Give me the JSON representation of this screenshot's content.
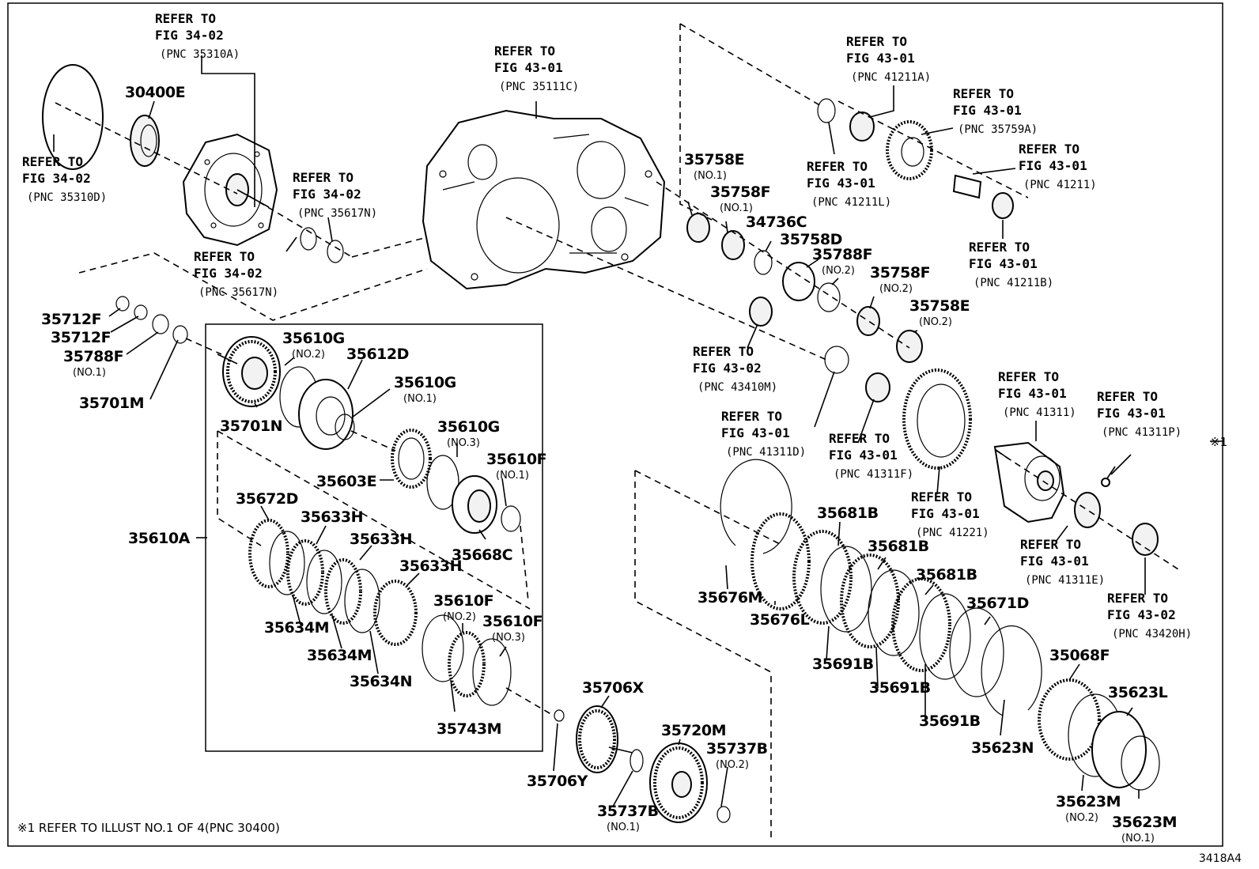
{
  "diagram_code": "3418A4",
  "footnote": "※1 REFER TO ILLUST NO.1 OF 4(PNC 30400)",
  "ref_marker": "※1",
  "parts": [
    {
      "id": "p30400E",
      "number": "30400E",
      "qual": ""
    },
    {
      "id": "p35712F_a",
      "number": "35712F",
      "qual": ""
    },
    {
      "id": "p35712F_b",
      "number": "35712F",
      "qual": ""
    },
    {
      "id": "p35788F_1",
      "number": "35788F",
      "qual": "(NO.1)"
    },
    {
      "id": "p35701M",
      "number": "35701M",
      "qual": ""
    },
    {
      "id": "p35701N",
      "number": "35701N",
      "qual": ""
    },
    {
      "id": "p35610G_2",
      "number": "35610G",
      "qual": "(NO.2)"
    },
    {
      "id": "p35612D",
      "number": "35612D",
      "qual": ""
    },
    {
      "id": "p35610G_1",
      "number": "35610G",
      "qual": "(NO.1)"
    },
    {
      "id": "p35610G_3",
      "number": "35610G",
      "qual": "(NO.3)"
    },
    {
      "id": "p35610F_1",
      "number": "35610F",
      "qual": "(NO.1)"
    },
    {
      "id": "p35603E",
      "number": "35603E",
      "qual": ""
    },
    {
      "id": "p35668C",
      "number": "35668C",
      "qual": ""
    },
    {
      "id": "p35610A",
      "number": "35610A",
      "qual": ""
    },
    {
      "id": "p35672D",
      "number": "35672D",
      "qual": ""
    },
    {
      "id": "p35633H_a",
      "number": "35633H",
      "qual": ""
    },
    {
      "id": "p35633H_b",
      "number": "35633H",
      "qual": ""
    },
    {
      "id": "p35633H_c",
      "number": "35633H",
      "qual": ""
    },
    {
      "id": "p35634M_a",
      "number": "35634M",
      "qual": ""
    },
    {
      "id": "p35634M_b",
      "number": "35634M",
      "qual": ""
    },
    {
      "id": "p35634N",
      "number": "35634N",
      "qual": ""
    },
    {
      "id": "p35610F_2",
      "number": "35610F",
      "qual": "(NO.2)"
    },
    {
      "id": "p35610F_3",
      "number": "35610F",
      "qual": "(NO.3)"
    },
    {
      "id": "p35743M",
      "number": "35743M",
      "qual": ""
    },
    {
      "id": "p35706X",
      "number": "35706X",
      "qual": ""
    },
    {
      "id": "p35706Y",
      "number": "35706Y",
      "qual": ""
    },
    {
      "id": "p35720M",
      "number": "35720M",
      "qual": ""
    },
    {
      "id": "p35737B_2",
      "number": "35737B",
      "qual": "(NO.2)"
    },
    {
      "id": "p35737B_1",
      "number": "35737B",
      "qual": "(NO.1)"
    },
    {
      "id": "p35758E_1",
      "number": "35758E",
      "qual": "(NO.1)"
    },
    {
      "id": "p35758F_1",
      "number": "35758F",
      "qual": "(NO.1)"
    },
    {
      "id": "p34736C",
      "number": "34736C",
      "qual": ""
    },
    {
      "id": "p35758D",
      "number": "35758D",
      "qual": ""
    },
    {
      "id": "p35788F_2",
      "number": "35788F",
      "qual": "(NO.2)"
    },
    {
      "id": "p35758F_2",
      "number": "35758F",
      "qual": "(NO.2)"
    },
    {
      "id": "p35758E_2",
      "number": "35758E",
      "qual": "(NO.2)"
    },
    {
      "id": "p35676M",
      "number": "35676M",
      "qual": ""
    },
    {
      "id": "p35676L",
      "number": "35676L",
      "qual": ""
    },
    {
      "id": "p35681B_a",
      "number": "35681B",
      "qual": ""
    },
    {
      "id": "p35681B_b",
      "number": "35681B",
      "qual": ""
    },
    {
      "id": "p35681B_c",
      "number": "35681B",
      "qual": ""
    },
    {
      "id": "p35691B_a",
      "number": "35691B",
      "qual": ""
    },
    {
      "id": "p35691B_b",
      "number": "35691B",
      "qual": ""
    },
    {
      "id": "p35691B_c",
      "number": "35691B",
      "qual": ""
    },
    {
      "id": "p35671D",
      "number": "35671D",
      "qual": ""
    },
    {
      "id": "p35623N",
      "number": "35623N",
      "qual": ""
    },
    {
      "id": "p35068F",
      "number": "35068F",
      "qual": ""
    },
    {
      "id": "p35623L",
      "number": "35623L",
      "qual": ""
    },
    {
      "id": "p35623M_2",
      "number": "35623M",
      "qual": "(NO.2)"
    },
    {
      "id": "p35623M_1",
      "number": "35623M",
      "qual": "(NO.1)"
    }
  ],
  "refs": [
    {
      "id": "r35310A",
      "line1": "REFER TO",
      "line2": "FIG 34-02",
      "pnc": "(PNC 35310A)"
    },
    {
      "id": "r35310D",
      "line1": "REFER TO",
      "line2": "FIG 34-02",
      "pnc": "(PNC 35310D)"
    },
    {
      "id": "r35617N_a",
      "line1": "REFER TO",
      "line2": "FIG 34-02",
      "pnc": "(PNC 35617N)"
    },
    {
      "id": "r35617N_b",
      "line1": "REFER TO",
      "line2": "FIG 34-02",
      "pnc": "(PNC 35617N)"
    },
    {
      "id": "r35111C",
      "line1": "REFER TO",
      "line2": "FIG 43-01",
      "pnc": "(PNC 35111C)"
    },
    {
      "id": "r41211A",
      "line1": "REFER TO",
      "line2": "FIG 43-01",
      "pnc": "(PNC 41211A)"
    },
    {
      "id": "r35759A",
      "line1": "REFER TO",
      "line2": "FIG 43-01",
      "pnc": "(PNC 35759A)"
    },
    {
      "id": "r41211L",
      "line1": "REFER TO",
      "line2": "FIG 43-01",
      "pnc": "(PNC 41211L)"
    },
    {
      "id": "r41211",
      "line1": "REFER TO",
      "line2": "FIG 43-01",
      "pnc": "(PNC 41211)"
    },
    {
      "id": "r41211B",
      "line1": "REFER TO",
      "line2": "FIG 43-01",
      "pnc": "(PNC 41211B)"
    },
    {
      "id": "r43410M",
      "line1": "REFER TO",
      "line2": "FIG 43-02",
      "pnc": "(PNC 43410M)"
    },
    {
      "id": "r41311D",
      "line1": "REFER TO",
      "line2": "FIG 43-01",
      "pnc": "(PNC 41311D)"
    },
    {
      "id": "r41311F",
      "line1": "REFER TO",
      "line2": "FIG 43-01",
      "pnc": "(PNC 41311F)"
    },
    {
      "id": "r41221",
      "line1": "REFER TO",
      "line2": "FIG 43-01",
      "pnc": "(PNC 41221)"
    },
    {
      "id": "r41311",
      "line1": "REFER TO",
      "line2": "FIG 43-01",
      "pnc": "(PNC 41311)"
    },
    {
      "id": "r41311P",
      "line1": "REFER TO",
      "line2": "FIG 43-01",
      "pnc": "(PNC 41311P)"
    },
    {
      "id": "r41311E",
      "line1": "REFER TO",
      "line2": "FIG 43-01",
      "pnc": "(PNC 41311E)"
    },
    {
      "id": "r43420H",
      "line1": "REFER TO",
      "line2": "FIG 43-02",
      "pnc": "(PNC 43420H)"
    }
  ]
}
